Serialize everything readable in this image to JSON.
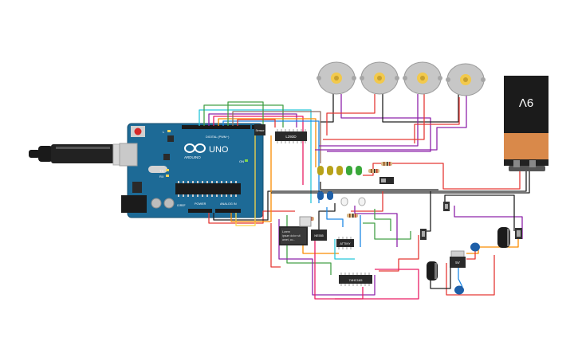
{
  "board": {
    "logo": "UNO",
    "brand": "ARDUINO",
    "digital_header": "DIGITAL (PWM~)",
    "power_header": "POWER",
    "analog_header": "ANALOG IN",
    "ioref": "IOREF",
    "tx": "TX",
    "rx": "RX",
    "l_led": "L",
    "on_led": "ON"
  },
  "chips": {
    "motor_driver": "L293D",
    "ir_sensor": "Sensor",
    "lcd_line1": "Lorem",
    "lcd_line2": "ipsum dolor sit",
    "lcd_line3": "amet, co...",
    "timer": "NE555",
    "attiny": "ATTINY",
    "shift_register": "74HC165",
    "regulator": "5V"
  },
  "battery": {
    "label": "9V"
  },
  "colors": {
    "board": "#1d6a96",
    "red": "#e53935",
    "black": "#212121",
    "purple": "#8e24aa",
    "green": "#43a047",
    "blue": "#1e88e5",
    "cyan": "#26c6da",
    "orange": "#fb8c00",
    "yellow": "#f9d648",
    "pink": "#e91e63",
    "brown": "#8d6e63",
    "battery_orange": "#d9894a"
  }
}
